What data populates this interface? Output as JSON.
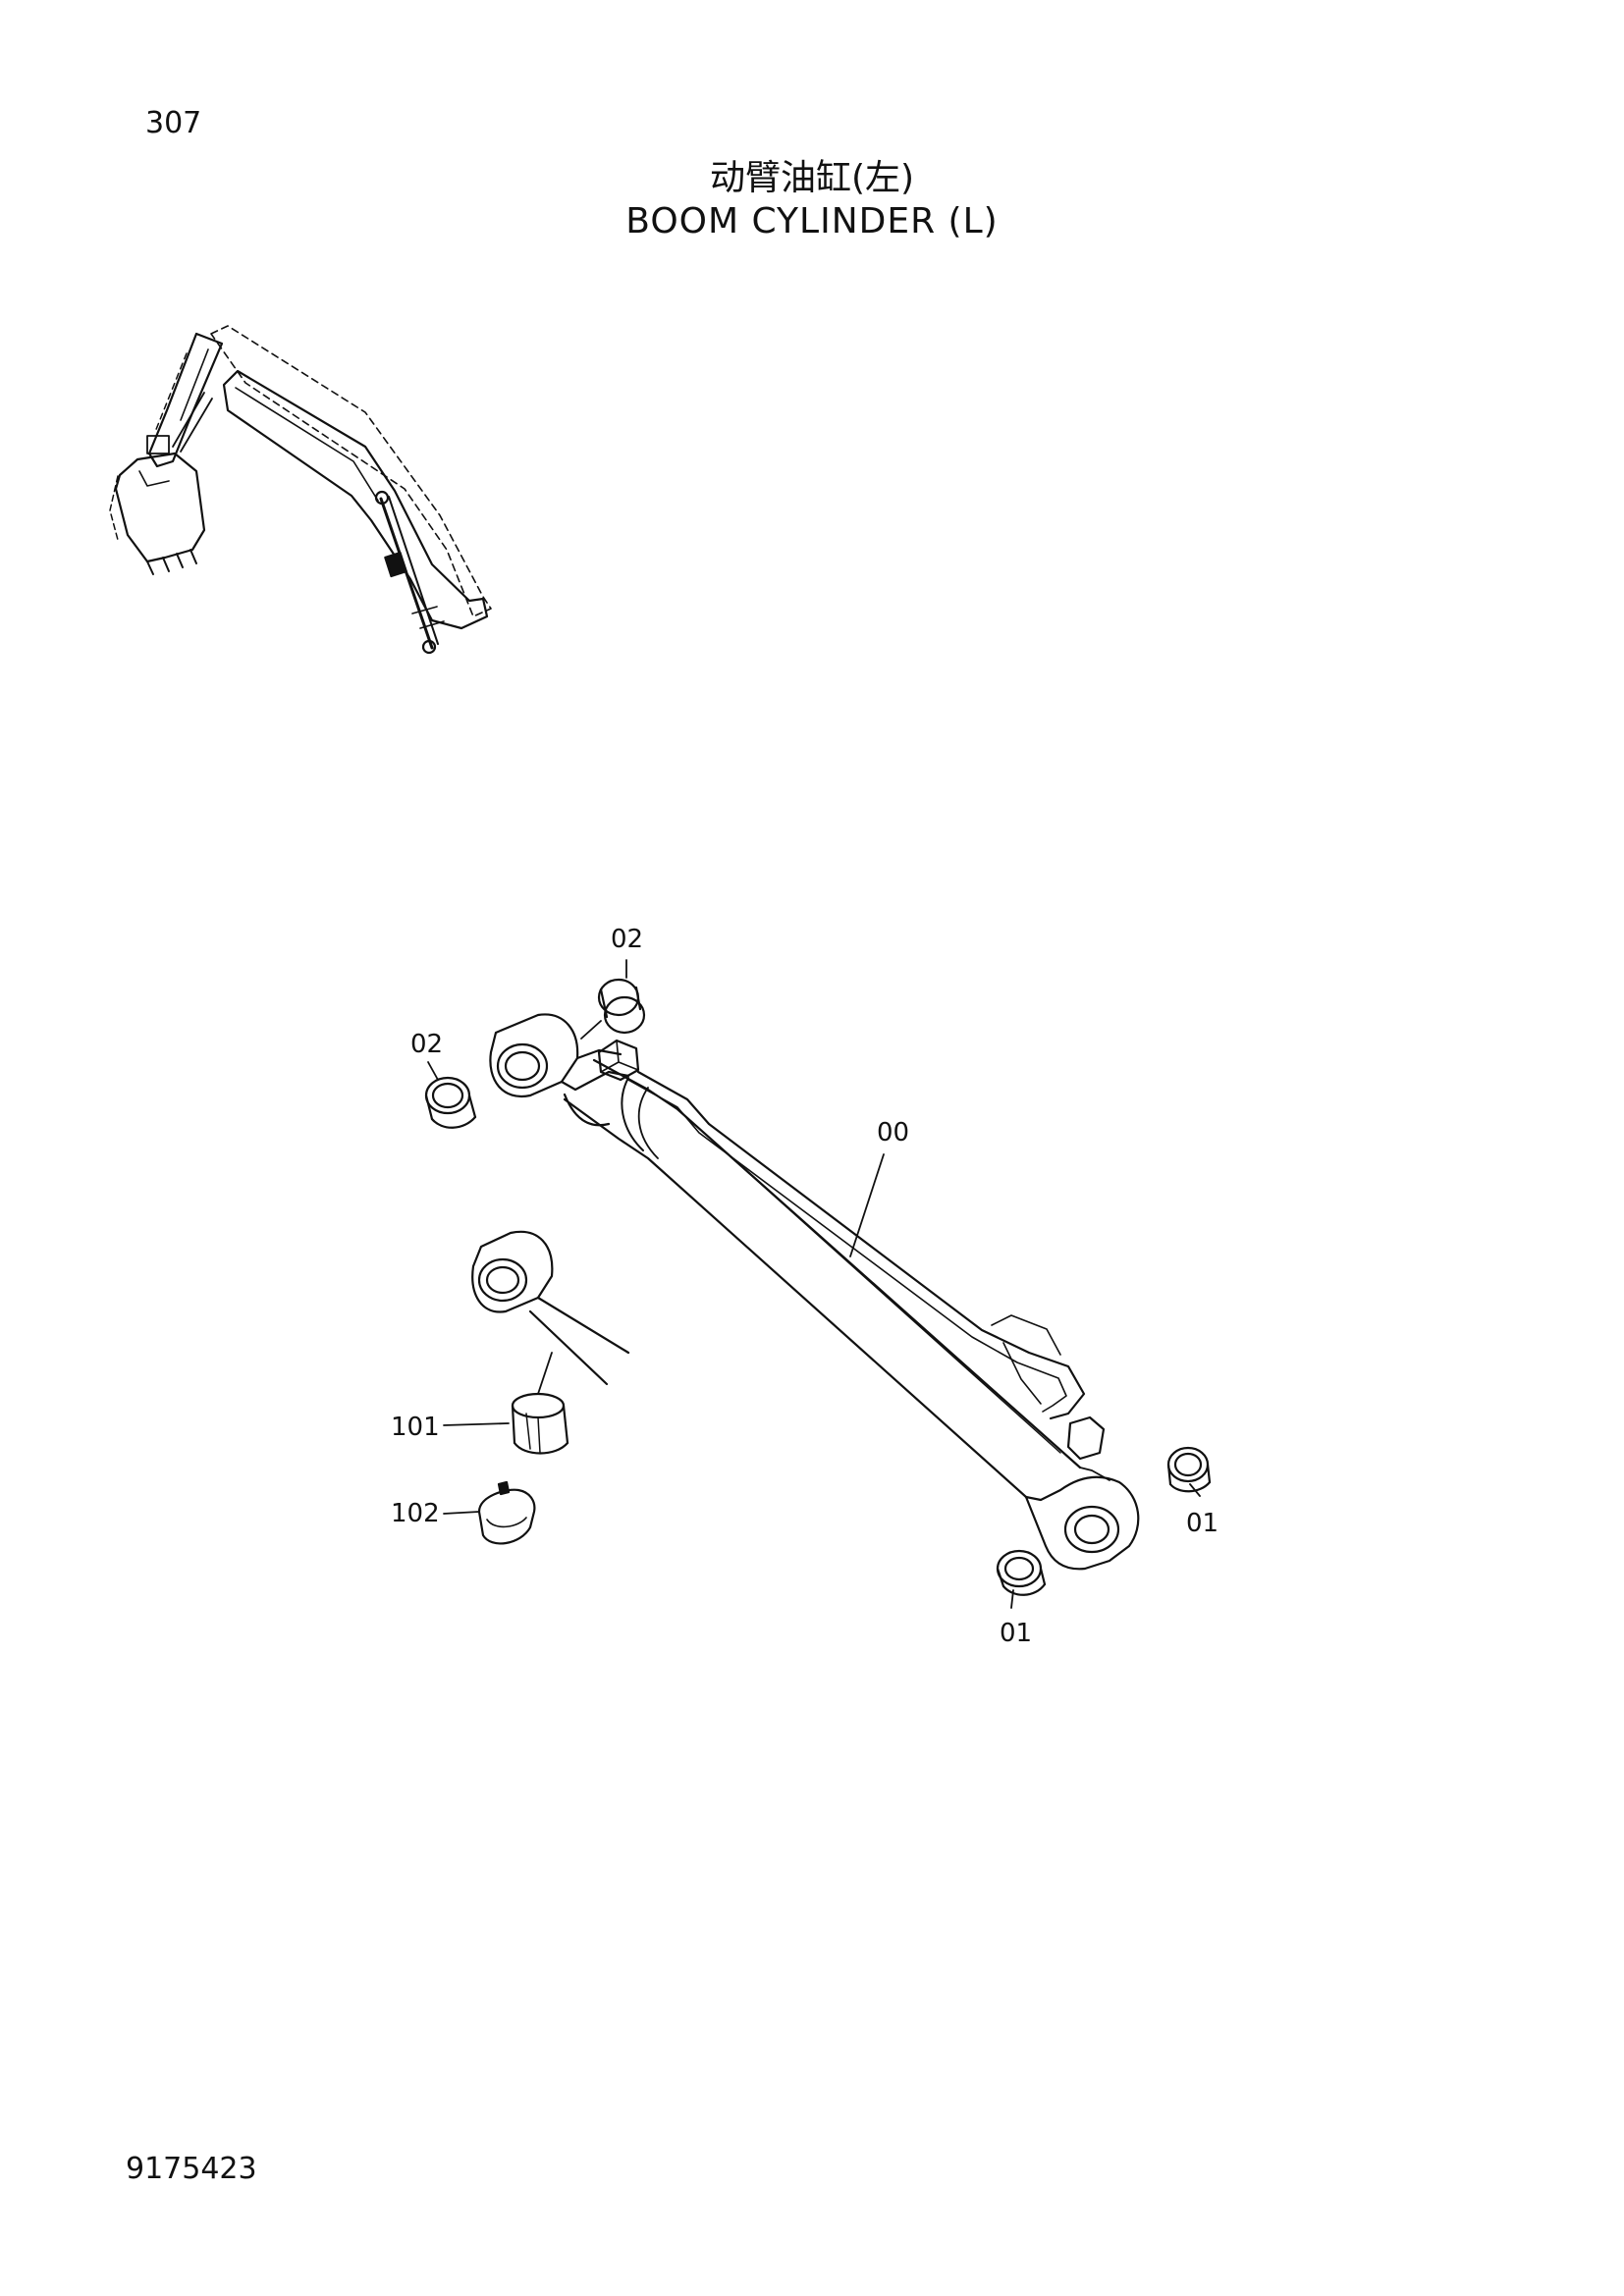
{
  "page_number": "307",
  "title_cn": "动臂油缸(左)",
  "title_en": "BOOM CYLINDER (L)",
  "document_number": "9175423",
  "callouts": {
    "c00": "00",
    "c01a": "01",
    "c01b": "01",
    "c02a": "02",
    "c02b": "02",
    "c101": "101",
    "c102": "102"
  }
}
